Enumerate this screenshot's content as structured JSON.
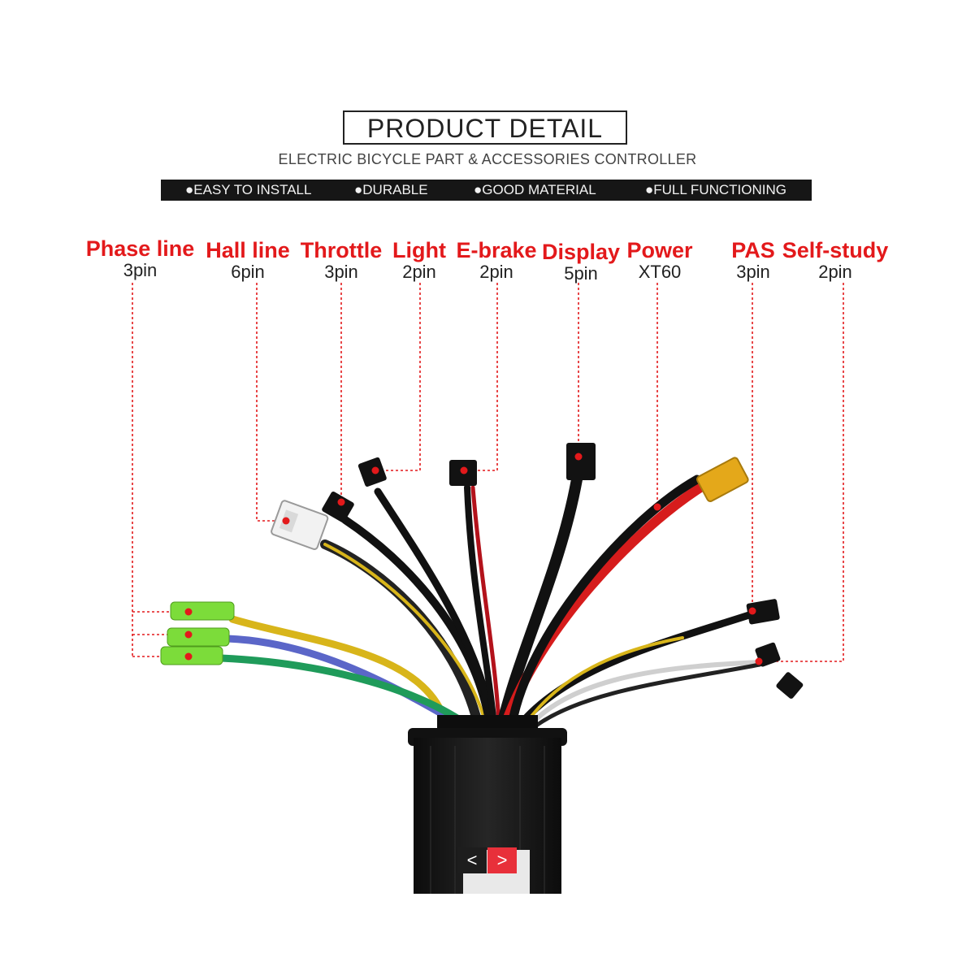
{
  "header": {
    "title": "PRODUCT  DETAIL",
    "subtitle": "ELECTRIC BICYCLE PART & ACCESSORIES CONTROLLER"
  },
  "features": [
    "●EASY TO INSTALL",
    "●DURABLE",
    "●GOOD MATERIAL",
    "●FULL FUNCTIONING"
  ],
  "connectors": [
    {
      "name": "Phase line",
      "pin": "3pin"
    },
    {
      "name": "Hall line",
      "pin": "6pin"
    },
    {
      "name": "Throttle",
      "pin": "3pin"
    },
    {
      "name": "Light",
      "pin": "2pin"
    },
    {
      "name": "E-brake",
      "pin": "2pin"
    },
    {
      "name": "Display",
      "pin": "5pin"
    },
    {
      "name": "Power",
      "pin": "XT60"
    },
    {
      "name": "PAS",
      "pin": "3pin"
    },
    {
      "name": "Self-study",
      "pin": "2pin"
    }
  ],
  "gallery_nav": {
    "prev": "<",
    "next": ">"
  },
  "colors": {
    "label_red": "#e3191b",
    "dark_bar": "#161616",
    "nav_next": "#e8303a",
    "wire_red": "#d61c1c"
  }
}
